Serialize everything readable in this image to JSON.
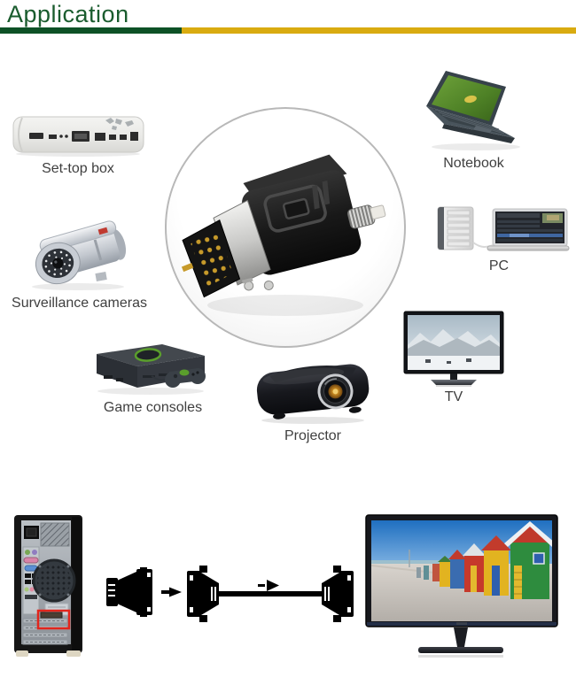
{
  "header": {
    "title": "Application"
  },
  "theme": {
    "title_color": "#1a5c2e",
    "rule_green": "#0d5126",
    "rule_gold": "#d9ab10",
    "label_color": "#3f3f3f",
    "background": "#ffffff",
    "highlight_red": "#e2251c",
    "circle_border": "#b8b8b8"
  },
  "labels": {
    "set_top_box": "Set-top box",
    "notebook": "Notebook",
    "surveillance_cameras": "Surveillance cameras",
    "pc": "PC",
    "game_consoles": "Game consoles",
    "tv": "TV",
    "projector": "Projector"
  },
  "images": {
    "center_product": "dvi-male-to-vga-female-adapter-photo",
    "set_top_box": "set-top-box-photo",
    "notebook": "notebook-photo",
    "surveillance_cameras": "surveillance-camera-photo",
    "pc": "pc-photo",
    "game_consoles": "game-console-photo",
    "tv": "tv-photo",
    "projector": "projector-photo",
    "bottom_left": "computer-tower-rear-photo",
    "bottom_middle": "adapter-to-vga-cable-connection-diagram",
    "bottom_right": "monitor-photo"
  }
}
